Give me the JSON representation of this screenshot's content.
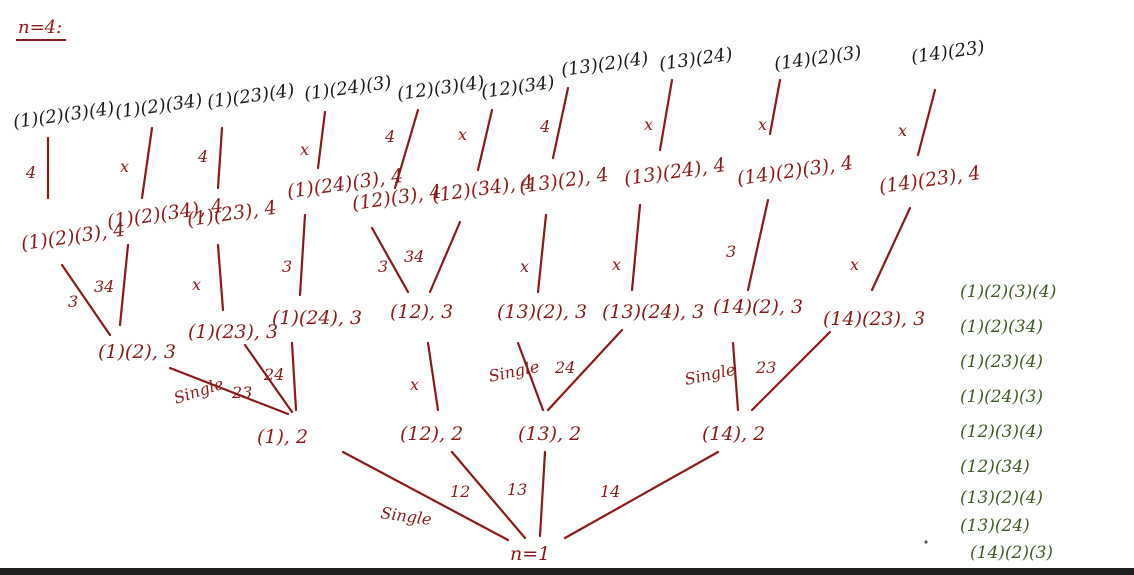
{
  "header": "n=4:",
  "root": "n=1",
  "level2": [
    "(1), 2",
    "(12), 2",
    "(13), 2",
    "(14), 2"
  ],
  "level3": [
    "(1)(2), 3",
    "(1)(23), 3",
    "(1)(24), 3",
    "(12), 3",
    "(13)(2), 3",
    "(13)(24), 3",
    "(14)(2), 3",
    "(14)(23), 3"
  ],
  "level4": [
    "(1)(2)(3), 4",
    "(1)(2)(34), 4",
    "(1)(23), 4",
    "(1)(24)(3), 4",
    "(12)(3), 4",
    "(12)(34), 4",
    "(13)(2), 4",
    "(13)(24), 4",
    "(14)(2)(3), 4",
    "(14)(23), 4"
  ],
  "level5": [
    "(1)(2)(3)(4)",
    "(1)(2)(34)",
    "(1)(23)(4)",
    "(1)(24)(3)",
    "(12)(3)(4)",
    "(12)(34)",
    "(13)(2)(4)",
    "(13)(24)",
    "(14)(2)(3)",
    "(14)(23)"
  ],
  "edge_labels": {
    "root_single": "Single",
    "root_12": "12",
    "root_13": "13",
    "root_14": "14",
    "l2a_single": "Single",
    "l2a_23": "23",
    "l2a_24": "24",
    "l2b_x": "x",
    "l2c_single": "Single",
    "l2c_24": "24",
    "l2d_single": "Single",
    "l2d_23": "23",
    "l3a_3": "3",
    "l3a_34": "34",
    "l3b_x": "x",
    "l3c_3": "3",
    "l3d_3": "3",
    "l3d_34": "34",
    "l3e_x": "x",
    "l3f_x": "x",
    "l3g_3": "3",
    "l3h_x": "x",
    "l4a_4": "4",
    "l4b_x": "x",
    "l4c_4": "4",
    "l4d_x": "x",
    "l4e_4": "4",
    "l4f_x": "x",
    "l4g_4": "4",
    "l4h_x": "x",
    "l4i_x": "x",
    "l4j_x": "x"
  },
  "side_list": [
    "(1)(2)(3)(4)",
    "(1)(2)(34)",
    "(1)(23)(4)",
    "(1)(24)(3)",
    "(12)(3)(4)",
    "(12)(34)",
    "(13)(2)(4)",
    "(13)(24)",
    "(14)(2)(3)"
  ],
  "colors": {
    "tree": "#8b1a1a",
    "leaves": "#1a1a1a",
    "side_list": "#3d5a22"
  }
}
